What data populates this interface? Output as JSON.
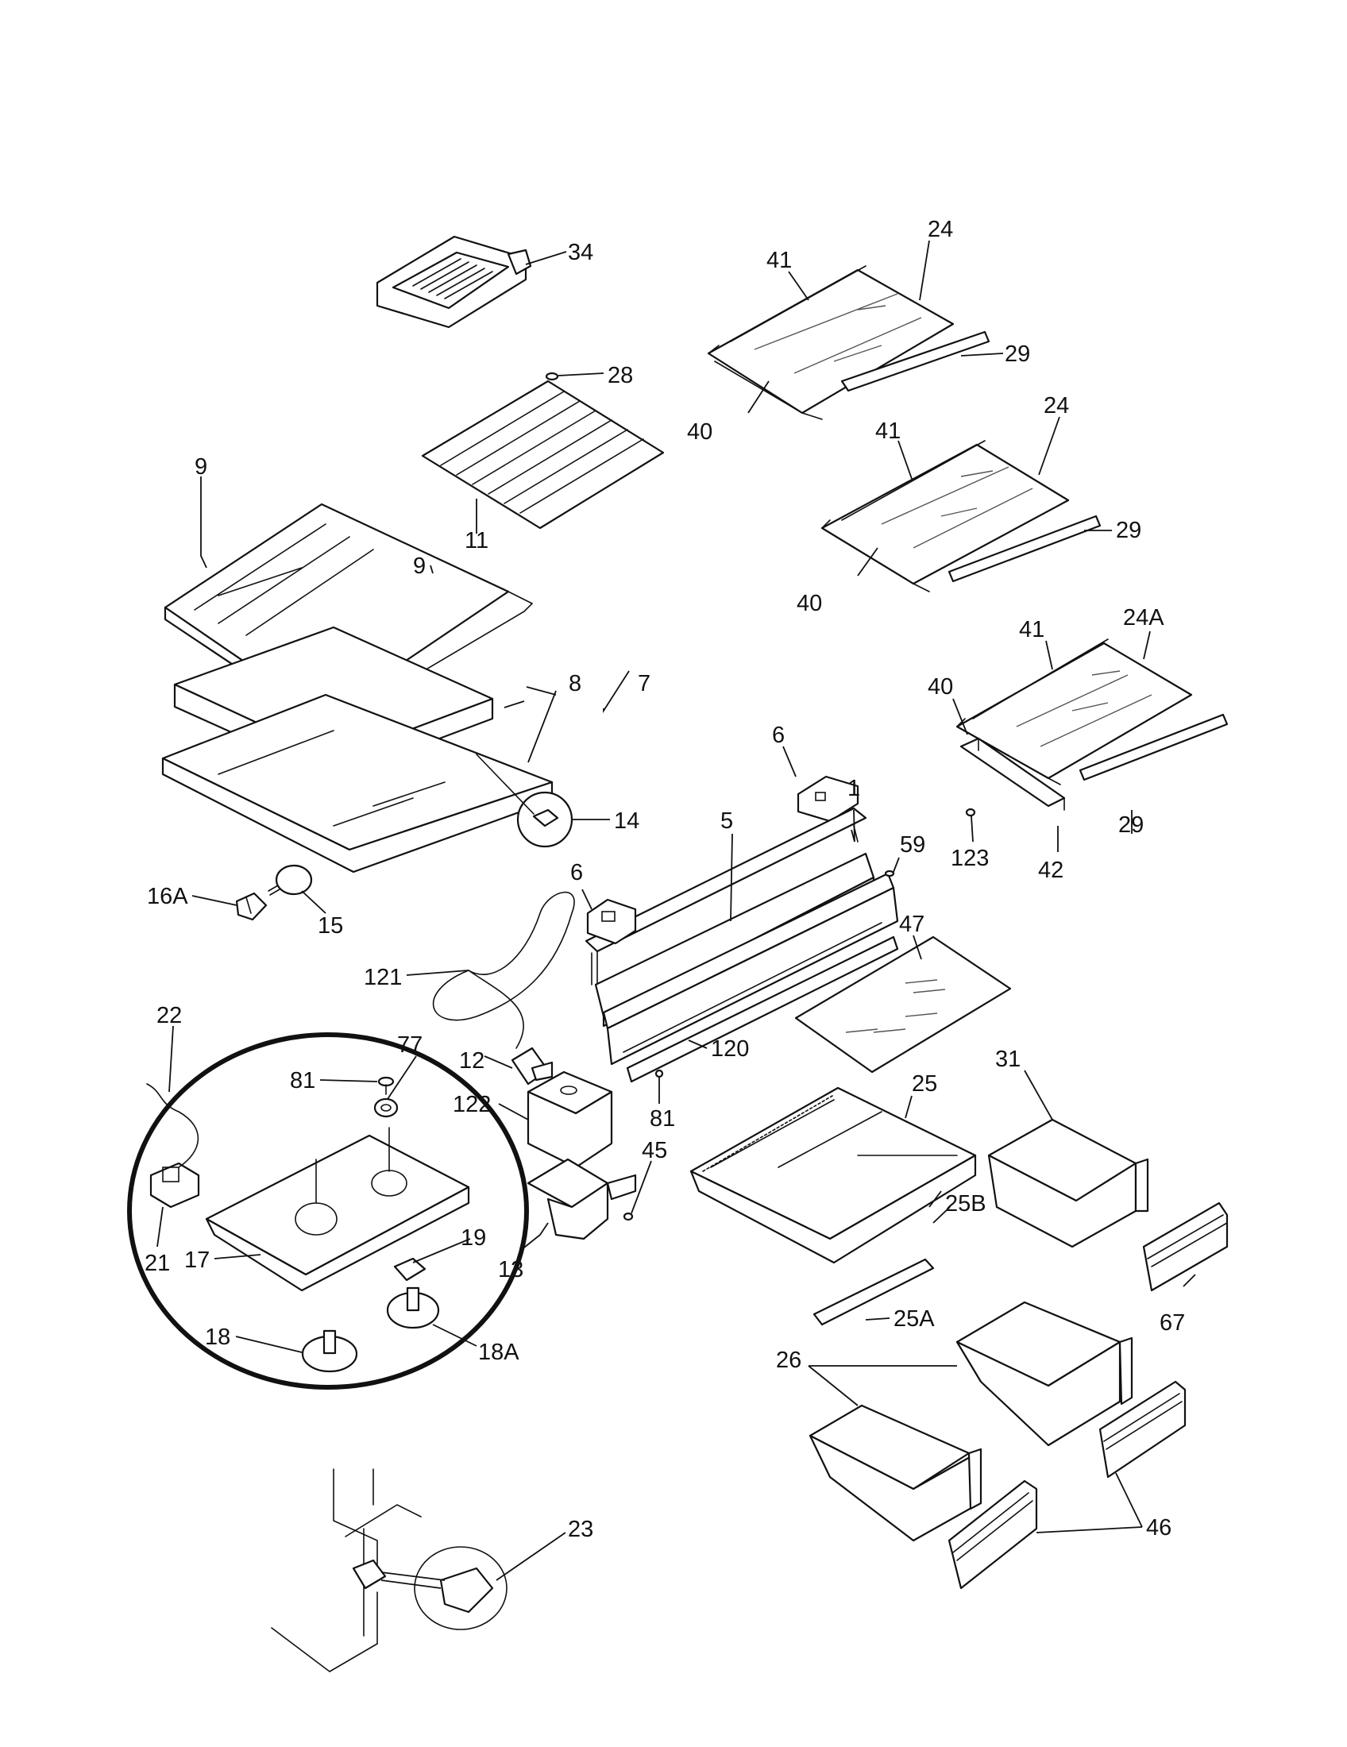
{
  "callouts": [
    {
      "id": "c34",
      "text": "34"
    },
    {
      "id": "c24a",
      "text": "24"
    },
    {
      "id": "c41a",
      "text": "41"
    },
    {
      "id": "c28",
      "text": "28"
    },
    {
      "id": "c29a",
      "text": "29"
    },
    {
      "id": "c40a",
      "text": "40"
    },
    {
      "id": "c24b",
      "text": "24"
    },
    {
      "id": "c41b",
      "text": "41"
    },
    {
      "id": "c9a",
      "text": "9"
    },
    {
      "id": "c9b",
      "text": "9"
    },
    {
      "id": "c11",
      "text": "11"
    },
    {
      "id": "c29b",
      "text": "29"
    },
    {
      "id": "c40b",
      "text": "40"
    },
    {
      "id": "c24A",
      "text": "24A"
    },
    {
      "id": "c41c",
      "text": "41"
    },
    {
      "id": "c8",
      "text": "8"
    },
    {
      "id": "c7",
      "text": "7"
    },
    {
      "id": "c40c",
      "text": "40"
    },
    {
      "id": "c6a",
      "text": "6"
    },
    {
      "id": "c1",
      "text": "1"
    },
    {
      "id": "c5",
      "text": "5"
    },
    {
      "id": "c29c",
      "text": "29"
    },
    {
      "id": "c14",
      "text": "14"
    },
    {
      "id": "c123",
      "text": "123"
    },
    {
      "id": "c59",
      "text": "59"
    },
    {
      "id": "c42",
      "text": "42"
    },
    {
      "id": "c16A",
      "text": "16A"
    },
    {
      "id": "c6b",
      "text": "6"
    },
    {
      "id": "c15",
      "text": "15"
    },
    {
      "id": "c47",
      "text": "47"
    },
    {
      "id": "c121",
      "text": "121"
    },
    {
      "id": "c22",
      "text": "22"
    },
    {
      "id": "c77",
      "text": "77"
    },
    {
      "id": "c120",
      "text": "120"
    },
    {
      "id": "c81a",
      "text": "81"
    },
    {
      "id": "c12",
      "text": "12"
    },
    {
      "id": "c31",
      "text": "31"
    },
    {
      "id": "c25",
      "text": "25"
    },
    {
      "id": "c81b",
      "text": "81"
    },
    {
      "id": "c122",
      "text": "122"
    },
    {
      "id": "c45",
      "text": "45"
    },
    {
      "id": "c25B",
      "text": "25B"
    },
    {
      "id": "c19",
      "text": "19"
    },
    {
      "id": "c21",
      "text": "21"
    },
    {
      "id": "c17",
      "text": "17"
    },
    {
      "id": "c13",
      "text": "13"
    },
    {
      "id": "c25A",
      "text": "25A"
    },
    {
      "id": "c67",
      "text": "67"
    },
    {
      "id": "c18",
      "text": "18"
    },
    {
      "id": "c18A",
      "text": "18A"
    },
    {
      "id": "c26",
      "text": "26"
    },
    {
      "id": "c46",
      "text": "46"
    },
    {
      "id": "c23",
      "text": "23"
    }
  ]
}
